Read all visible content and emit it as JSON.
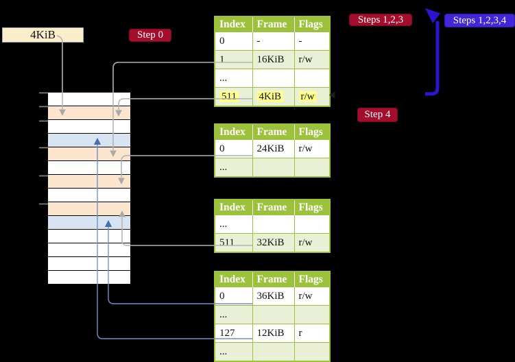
{
  "legend": {
    "label": "4KiB"
  },
  "badges": {
    "step0": "Step 0",
    "steps123": "Steps 1,2,3",
    "steps1234": "Steps 1,2,3,4",
    "step4": "Step 4"
  },
  "memory": {
    "row_colors": [
      "white",
      "peach",
      "white",
      "blue",
      "peach",
      "white",
      "peach",
      "white",
      "peach",
      "blue",
      "white",
      "white",
      "white",
      "white"
    ]
  },
  "tables": [
    {
      "headers": [
        "Index",
        "Frame",
        "Flags"
      ],
      "rows": [
        {
          "cells": [
            "0",
            "-",
            "-"
          ]
        },
        {
          "cells": [
            "1",
            "16KiB",
            "r/w"
          ]
        },
        {
          "cells": [
            "...",
            "",
            ""
          ]
        },
        {
          "cells": [
            "511",
            "4KiB",
            "r/w"
          ],
          "highlight": true
        }
      ]
    },
    {
      "headers": [
        "Index",
        "Frame",
        "Flags"
      ],
      "rows": [
        {
          "cells": [
            "0",
            "24KiB",
            "r/w"
          ]
        },
        {
          "cells": [
            "...",
            "",
            ""
          ]
        }
      ]
    },
    {
      "headers": [
        "Index",
        "Frame",
        "Flags"
      ],
      "rows": [
        {
          "cells": [
            "...",
            "",
            ""
          ]
        },
        {
          "cells": [
            "511",
            "32KiB",
            "r/w"
          ]
        }
      ]
    },
    {
      "headers": [
        "Index",
        "Frame",
        "Flags"
      ],
      "rows": [
        {
          "cells": [
            "0",
            "36KiB",
            "r/w"
          ]
        },
        {
          "cells": [
            "...",
            "",
            ""
          ]
        },
        {
          "cells": [
            "127",
            "12KiB",
            "r"
          ]
        },
        {
          "cells": [
            "...",
            "",
            ""
          ]
        }
      ]
    }
  ],
  "colors": {
    "badge_red": "#a50d2d",
    "badge_blue": "#4426d9",
    "big_arrow_blue": "#2b15d2",
    "table_header_green": "#9cc23c",
    "table_row_green": "#eaf0d6",
    "memory_peach": "#fce5cd",
    "memory_blue": "#d9e4f3",
    "highlight_yellow": "#ffff8c",
    "connector_gray": "#b4b4b4",
    "connector_blue": "#7291c4",
    "legend_cream": "#fcedca"
  }
}
